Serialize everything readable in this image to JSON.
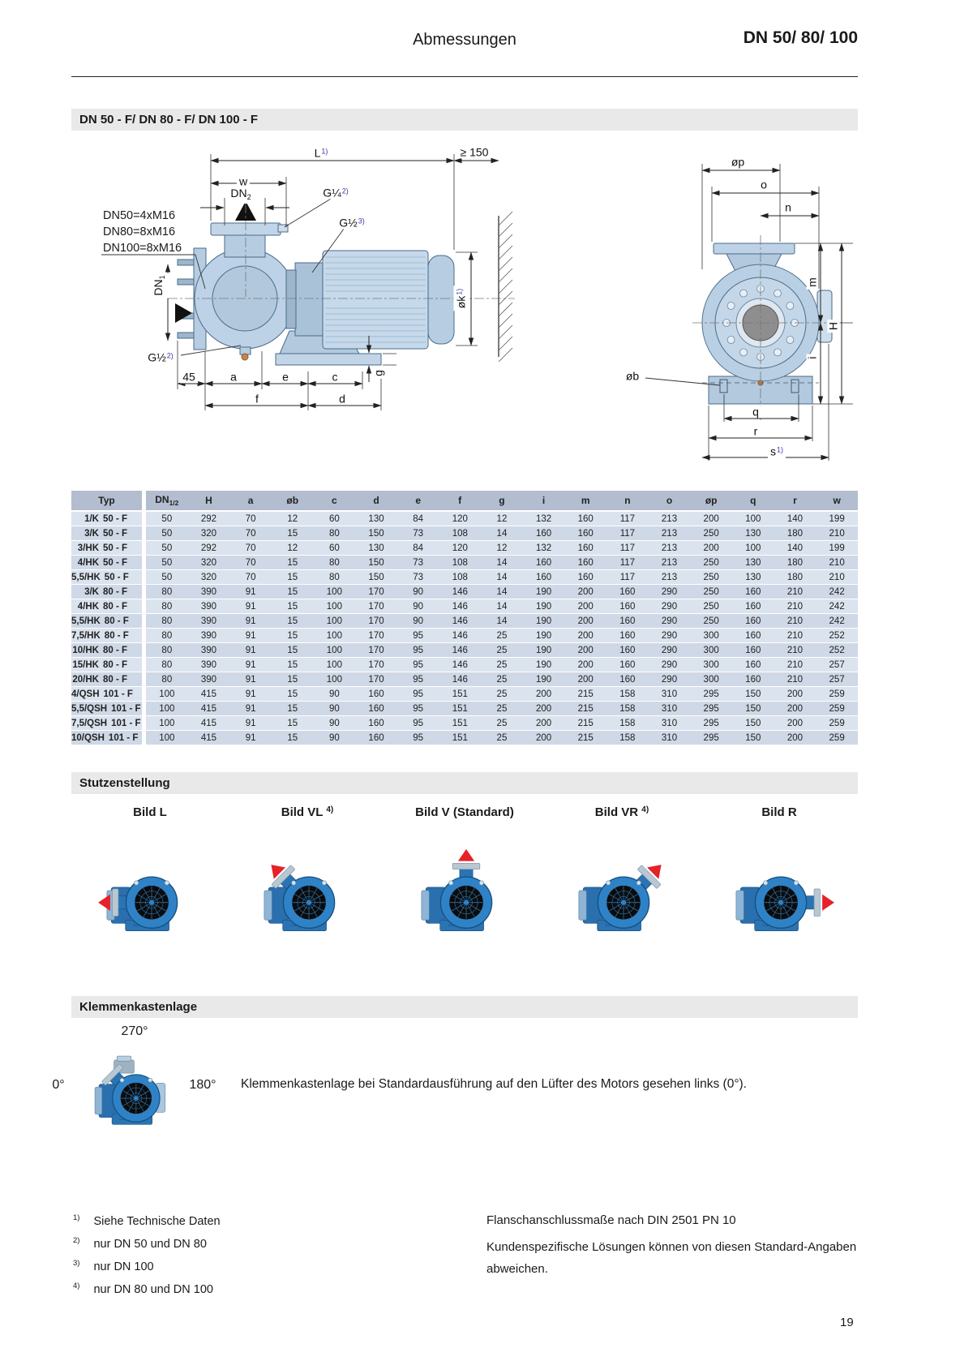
{
  "header": {
    "title": "Abmessungen",
    "model": "DN 50/ 80/ 100"
  },
  "sections": {
    "dims": "DN 50 - F/ DN 80 - F/ DN 100 - F",
    "stutzen": "Stutzenstellung",
    "klemmen": "Klemmenkastenlage"
  },
  "drawing": {
    "bolt_note_lines": [
      "DN50=4xM16",
      "DN80=8xM16",
      "DN100=8xM16"
    ],
    "labels": {
      "L": "L",
      "L_sup": "1)",
      "min150": "≥ 150",
      "w": "w",
      "dn2": "DN",
      "dn2_sub": "2",
      "g14": "G¼",
      "g14_sup": "2)",
      "g12a": "G½",
      "g12a_sup": "3)",
      "dn1": "DN",
      "dn1_sub": "1",
      "g12b": "G½",
      "g12b_sup": "2)",
      "d45": "45",
      "a": "a",
      "e": "e",
      "c": "c",
      "f": "f",
      "d": "d",
      "g": "g",
      "ok": "øk",
      "ok_sup": "1)",
      "op": "øp",
      "o": "o",
      "n": "n",
      "m": "m",
      "H": "H",
      "i": "i",
      "ob": "øb",
      "q": "q",
      "r": "r",
      "s": "s",
      "s_sup": "1)"
    }
  },
  "table": {
    "headers": [
      {
        "t": "Typ"
      },
      {
        "t": "DN",
        "sub": "1/2"
      },
      {
        "t": "H"
      },
      {
        "t": "a"
      },
      {
        "t": "øb"
      },
      {
        "t": "c"
      },
      {
        "t": "d"
      },
      {
        "t": "e"
      },
      {
        "t": "f"
      },
      {
        "t": "g"
      },
      {
        "t": "i"
      },
      {
        "t": "m"
      },
      {
        "t": "n"
      },
      {
        "t": "o"
      },
      {
        "t": "øp"
      },
      {
        "t": "q"
      },
      {
        "t": "r"
      },
      {
        "t": "w"
      }
    ],
    "rows": [
      {
        "typ": "1/K",
        "size": "50 - F",
        "v": [
          50,
          292,
          70,
          12,
          60,
          130,
          84,
          120,
          12,
          132,
          160,
          117,
          213,
          200,
          100,
          140,
          199
        ]
      },
      {
        "typ": "3/K",
        "size": "50 - F",
        "v": [
          50,
          320,
          70,
          15,
          80,
          150,
          73,
          108,
          14,
          160,
          160,
          117,
          213,
          250,
          130,
          180,
          210
        ]
      },
      {
        "typ": "3/HK",
        "size": "50 - F",
        "v": [
          50,
          292,
          70,
          12,
          60,
          130,
          84,
          120,
          12,
          132,
          160,
          117,
          213,
          200,
          100,
          140,
          199
        ]
      },
      {
        "typ": "4/HK",
        "size": "50 - F",
        "v": [
          50,
          320,
          70,
          15,
          80,
          150,
          73,
          108,
          14,
          160,
          160,
          117,
          213,
          250,
          130,
          180,
          210
        ]
      },
      {
        "typ": "5,5/HK",
        "size": "50 - F",
        "v": [
          50,
          320,
          70,
          15,
          80,
          150,
          73,
          108,
          14,
          160,
          160,
          117,
          213,
          250,
          130,
          180,
          210
        ]
      },
      {
        "typ": "3/K",
        "size": "80 - F",
        "v": [
          80,
          390,
          91,
          15,
          100,
          170,
          90,
          146,
          14,
          190,
          200,
          160,
          290,
          250,
          160,
          210,
          242
        ]
      },
      {
        "typ": "4/HK",
        "size": "80 - F",
        "v": [
          80,
          390,
          91,
          15,
          100,
          170,
          90,
          146,
          14,
          190,
          200,
          160,
          290,
          250,
          160,
          210,
          242
        ]
      },
      {
        "typ": "5,5/HK",
        "size": "80 - F",
        "v": [
          80,
          390,
          91,
          15,
          100,
          170,
          90,
          146,
          14,
          190,
          200,
          160,
          290,
          250,
          160,
          210,
          242
        ]
      },
      {
        "typ": "7,5/HK",
        "size": "80 - F",
        "v": [
          80,
          390,
          91,
          15,
          100,
          170,
          95,
          146,
          25,
          190,
          200,
          160,
          290,
          300,
          160,
          210,
          252
        ]
      },
      {
        "typ": "10/HK",
        "size": "80 - F",
        "v": [
          80,
          390,
          91,
          15,
          100,
          170,
          95,
          146,
          25,
          190,
          200,
          160,
          290,
          300,
          160,
          210,
          252
        ]
      },
      {
        "typ": "15/HK",
        "size": "80 - F",
        "v": [
          80,
          390,
          91,
          15,
          100,
          170,
          95,
          146,
          25,
          190,
          200,
          160,
          290,
          300,
          160,
          210,
          257
        ]
      },
      {
        "typ": "20/HK",
        "size": "80 - F",
        "v": [
          80,
          390,
          91,
          15,
          100,
          170,
          95,
          146,
          25,
          190,
          200,
          160,
          290,
          300,
          160,
          210,
          257
        ]
      },
      {
        "typ": "4/QSH",
        "size": "101 - F",
        "v": [
          100,
          415,
          91,
          15,
          90,
          160,
          95,
          151,
          25,
          200,
          215,
          158,
          310,
          295,
          150,
          200,
          259
        ]
      },
      {
        "typ": "5,5/QSH",
        "size": "101 - F",
        "v": [
          100,
          415,
          91,
          15,
          90,
          160,
          95,
          151,
          25,
          200,
          215,
          158,
          310,
          295,
          150,
          200,
          259
        ]
      },
      {
        "typ": "7,5/QSH",
        "size": "101 - F",
        "v": [
          100,
          415,
          91,
          15,
          90,
          160,
          95,
          151,
          25,
          200,
          215,
          158,
          310,
          295,
          150,
          200,
          259
        ]
      },
      {
        "typ": "10/QSH",
        "size": "101 - F",
        "v": [
          100,
          415,
          91,
          15,
          90,
          160,
          95,
          151,
          25,
          200,
          215,
          158,
          310,
          295,
          150,
          200,
          259
        ]
      }
    ]
  },
  "stutzenstellung": {
    "bilder": [
      {
        "label": "Bild L",
        "sup": "",
        "orient": "L"
      },
      {
        "label": "Bild VL",
        "sup": "4)",
        "orient": "VL"
      },
      {
        "label": "Bild V (Standard)",
        "sup": "",
        "orient": "V"
      },
      {
        "label": "Bild VR",
        "sup": "4)",
        "orient": "VR"
      },
      {
        "label": "Bild R",
        "sup": "",
        "orient": "R"
      }
    ]
  },
  "klemmenkasten": {
    "deg_top": "270°",
    "deg_left": "0°",
    "deg_right": "180°",
    "text": "Klemmenkastenlage bei Standardausführung auf den Lüfter des Motors gesehen links (0°)."
  },
  "footnotes": [
    {
      "sup": "1)",
      "text": "Siehe Technische Daten"
    },
    {
      "sup": "2)",
      "text": "nur DN 50 und DN 80"
    },
    {
      "sup": "3)",
      "text": "nur DN 100"
    },
    {
      "sup": "4)",
      "text": "nur DN 80 und DN 100"
    }
  ],
  "notes_right": {
    "line1": "Flanschanschlussmaße nach DIN 2501 PN 10",
    "line2": "Kundenspezifische Lösungen können von diesen Standard-Angaben abweichen."
  },
  "page_number": "19",
  "colors": {
    "accent_sup_blue": "#3a3aa8",
    "pump_blue": "#2f82c6",
    "arrow_red": "#e62129",
    "table_header": "#b2bdd0",
    "row_light": "#dbe3ee",
    "row_dark": "#cfd8e6",
    "bar_gray": "#e9e9e9"
  }
}
